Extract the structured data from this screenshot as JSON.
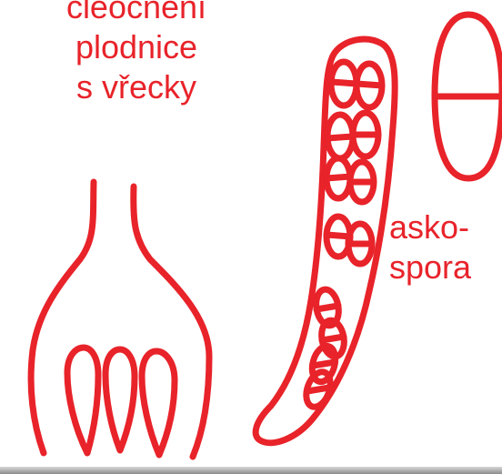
{
  "labels": {
    "title_line1": "cleočnění",
    "title_line2": "plodnice",
    "title_line3": "s vřecky",
    "spore_line1": "asko-",
    "spore_line2": "spora"
  },
  "colors": {
    "ink": "#e8232a",
    "background": "#ffffff"
  }
}
